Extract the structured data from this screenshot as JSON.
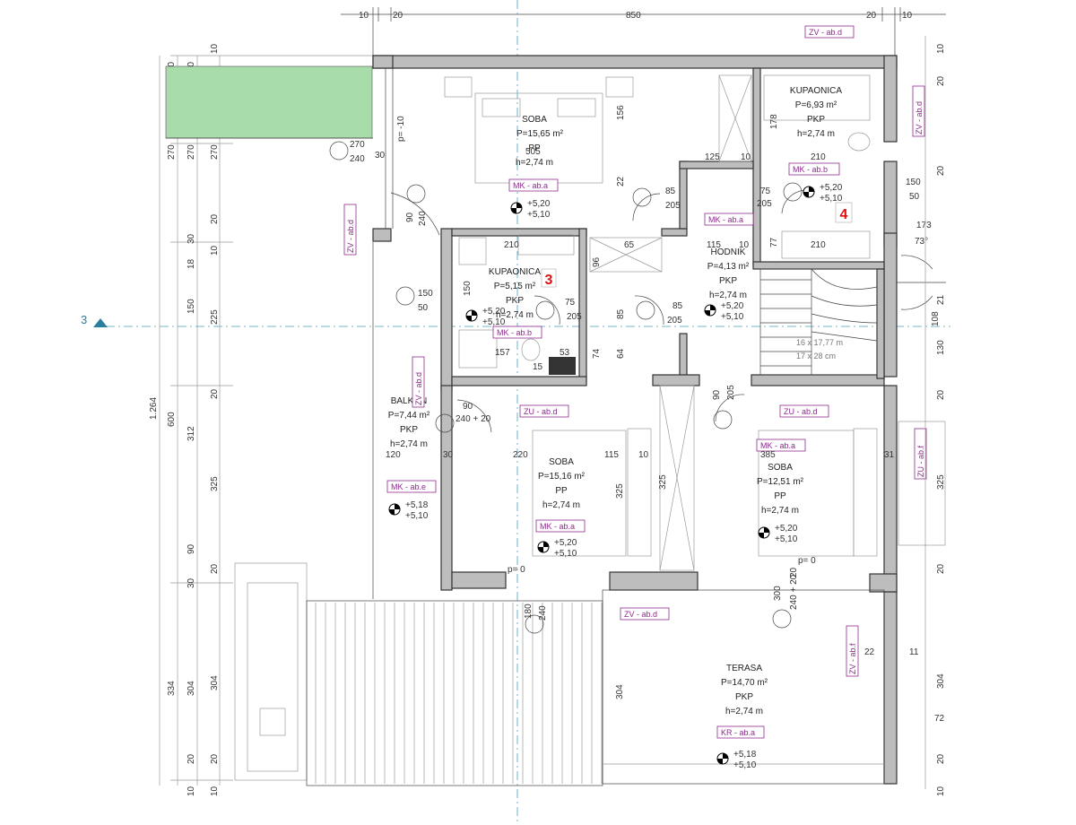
{
  "top_dims": [
    "10",
    "20",
    "850",
    "20",
    "10"
  ],
  "left_dims_outer": [
    "1.264"
  ],
  "left_dims_mid": [
    "30",
    "270",
    "30",
    "18",
    "150",
    "20",
    "312",
    "325",
    "90",
    "30",
    "334",
    "304",
    "20",
    "10"
  ],
  "left_dims_inner": [
    "20",
    "270",
    "10",
    "225",
    "600",
    "20",
    "334",
    "304",
    "20",
    "10"
  ],
  "right_dims": [
    "10",
    "20",
    "20",
    "130",
    "108",
    "21",
    "20",
    "325",
    "20",
    "304",
    "20",
    "10"
  ],
  "section_marker": "3",
  "rooms": [
    {
      "name": "SOBA",
      "area": "P=15,65 m²",
      "floor": "PP",
      "height": "h=2,74 m"
    },
    {
      "name": "KUPAONICA",
      "area": "P=6,93 m²",
      "floor": "PKP",
      "height": "h=2,74 m"
    },
    {
      "name": "KUPAONICA",
      "area": "P=5,15 m²",
      "floor": "PKP",
      "height": "h=2,74 m"
    },
    {
      "name": "HODNIK",
      "area": "P=4,13 m²",
      "floor": "PKP",
      "height": "h=2,74 m"
    },
    {
      "name": "BALKON",
      "area": "P=7,44 m²",
      "floor": "PKP",
      "height": "h=2,74 m"
    },
    {
      "name": "SOBA",
      "area": "P=15,16 m²",
      "floor": "PP",
      "height": "h=2,74 m"
    },
    {
      "name": "SOBA",
      "area": "P=12,51 m²",
      "floor": "PP",
      "height": "h=2,74 m"
    },
    {
      "name": "TERASA",
      "area": "P=14,70 m²",
      "floor": "PKP",
      "height": "h=2,74 m"
    }
  ],
  "tags": [
    "ZV - ab.d",
    "ZV - ab.d",
    "ZV - ab.d",
    "MK - ab.a",
    "MK - ab.b",
    "MK - ab.a",
    "MK - ab.b",
    "ZU - ab.d",
    "ZV - ab.d",
    "ZU - ab.d",
    "MK - ab.a",
    "ZU - ab.f",
    "MK - ab.e",
    "MK - ab.a",
    "ZV - ab.d",
    "ZV - ab.f",
    "KR - ab.a"
  ],
  "levels": [
    {
      "top": "+5,20",
      "bottom": "+5,10"
    },
    {
      "top": "+5,20",
      "bottom": "+5,10"
    },
    {
      "top": "+5,20",
      "bottom": "+5,10"
    },
    {
      "top": "+5,20",
      "bottom": "+5,10"
    },
    {
      "top": "+5,18",
      "bottom": "+5,10"
    },
    {
      "top": "+5,20",
      "bottom": "+5,10"
    },
    {
      "top": "+5,20",
      "bottom": "+5,10"
    },
    {
      "top": "+5,18",
      "bottom": "+5,10"
    }
  ],
  "room_numbers": [
    "3",
    "4"
  ],
  "stair_text": [
    "16 x 17,77 m",
    "17 x 28 cm"
  ],
  "inner_dims": {
    "d505": "505",
    "d156": "156",
    "d125": "125",
    "d10a": "10",
    "d210a": "210",
    "d178": "178",
    "d85a": "85",
    "d205a": "205",
    "d22": "22",
    "d75a": "75",
    "d205b": "205",
    "d210b": "210",
    "d65": "65",
    "d115a": "115",
    "d10b": "10",
    "d210c": "210",
    "d77": "77",
    "d150a": "150",
    "d50a": "50",
    "d150b": "150",
    "d50b": "50",
    "d173": "173",
    "d73deg": "73°",
    "d75b": "75",
    "d205c": "205",
    "d85b": "85",
    "d205d": "205",
    "d96": "96",
    "d85c": "85",
    "d157": "157",
    "d53": "53",
    "d74": "74",
    "d64": "64",
    "d15": "15",
    "d90a": "90",
    "d240a": "240",
    "d270": "270",
    "d240b": "240",
    "d30a": "30",
    "d10c": "10",
    "d90b": "90",
    "d205e": "205",
    "d90c": "90",
    "d24020": "240 + 20",
    "d120": "120",
    "d30b": "30",
    "d220": "220",
    "d115b": "115",
    "d10d": "10",
    "d385": "385",
    "d31": "31",
    "d325a": "325",
    "d325b": "325",
    "d325c": "325",
    "d180": "180",
    "d240c": "240",
    "d300": "300",
    "d24020b": "240 + 20",
    "d22b": "22",
    "d11": "11",
    "d304a": "304",
    "d304b": "304",
    "d72": "72",
    "p0a": "p= 0",
    "p0b": "p= 0",
    "p10": "p= -10",
    "d150c": "150",
    "d20a": "20"
  }
}
